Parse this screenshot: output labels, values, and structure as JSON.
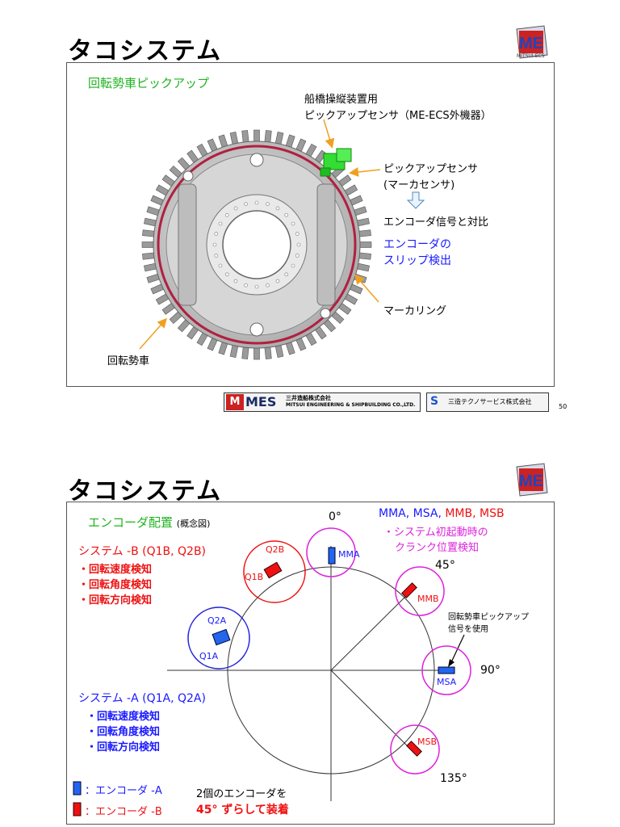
{
  "slide1": {
    "title": "タコシステム",
    "heading": "回転勢車ピックアップ",
    "callout_top_line1": "船橋操縦装置用",
    "callout_top_line2": "ピックアップセンサ（ME-ECS外機器）",
    "callout_sensor_line1": "ピックアップセンサ",
    "callout_sensor_line2": "(マーカセンサ)",
    "callout_compare": "エンコーダ信号と対比",
    "callout_slip_line1": "エンコーダの",
    "callout_slip_line2": "スリップ検出",
    "callout_ring": "マーカリング",
    "callout_wheel": "回転勢車",
    "page_number": "50",
    "logo_text": "ME",
    "logo_sub": "MITSUI-ECS"
  },
  "footer": {
    "mes_logo": "MES",
    "mes_company_jp": "三井造船株式会社",
    "mes_company_en": "MITSUI ENGINEERING & SHIPBUILDING CO.,LTD.",
    "techno_company": "三造テクノサービス株式会社"
  },
  "slide2": {
    "title": "タコシステム",
    "heading": "エンコーダ配置",
    "heading_note": "(概念図)",
    "system_b": "システム -B (Q1B, Q2B)",
    "system_b_items": [
      "・回転速度検知",
      "・回転角度検知",
      "・回転方向検知"
    ],
    "system_a": "システム -A (Q1A, Q2A)",
    "system_a_items": [
      "・回転速度検知",
      "・回転角度検知",
      "・回転方向検知"
    ],
    "mm_title_blue": "MMA, MSA,",
    "mm_title_red": "MMB, MSB",
    "mm_line1": "・システム初起動時の",
    "mm_line2": "クランク位置検知",
    "angle_0": "0°",
    "angle_45": "45°",
    "angle_90": "90°",
    "angle_135": "135°",
    "pickup_note_line1": "回転勢車ピックアップ",
    "pickup_note_line2": "信号を使用",
    "labels": {
      "mma": "MMA",
      "mmb": "MMB",
      "msa": "MSA",
      "msb": "MSB",
      "q1a": "Q1A",
      "q2a": "Q2A",
      "q1b": "Q1B",
      "q2b": "Q2B"
    },
    "legend_a": "：エンコーダ -A",
    "legend_b": "：エンコーダ -B",
    "mount_line1": "2個のエンコーダを",
    "mount_line2": "45° ずらして装着",
    "colors": {
      "encoder_a": "#2266ee",
      "encoder_b": "#ee1111",
      "circle_magenta": "#dd22dd",
      "heading_green": "#1fb31f"
    }
  }
}
